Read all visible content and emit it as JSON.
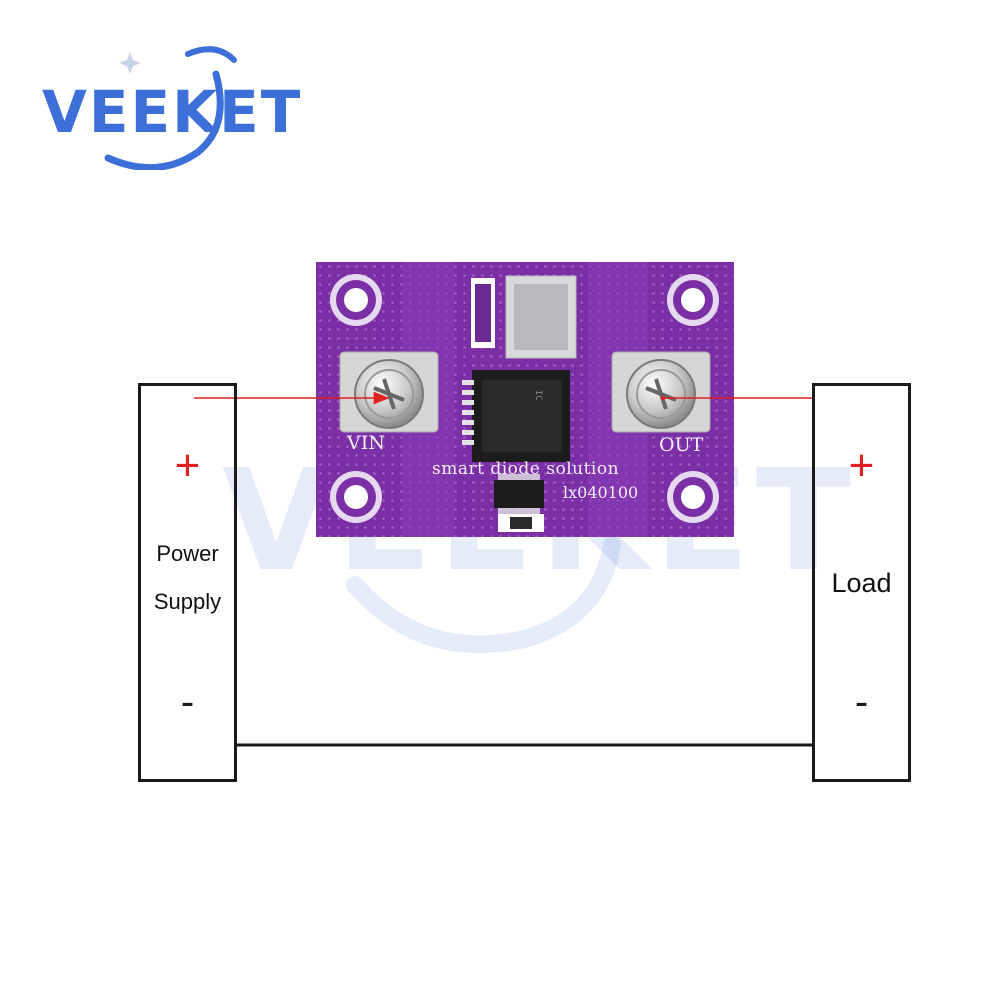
{
  "brand": {
    "name": "VEEKET",
    "color": "#3d6fd9"
  },
  "watermark": {
    "text": "VEEKET"
  },
  "board": {
    "vin_label": "VIN",
    "out_label": "OUT",
    "silkscreen_text": "smart diode solution",
    "model_text": "lx040100",
    "color": "#7a2fa6"
  },
  "power_supply": {
    "plus": "+",
    "label_line1": "Power",
    "label_line2": "Supply",
    "minus": "-"
  },
  "load": {
    "plus": "+",
    "label": "Load",
    "minus": "-"
  },
  "colors": {
    "positive_wire": "#e02020",
    "negative_wire": "#1a1a1a"
  }
}
